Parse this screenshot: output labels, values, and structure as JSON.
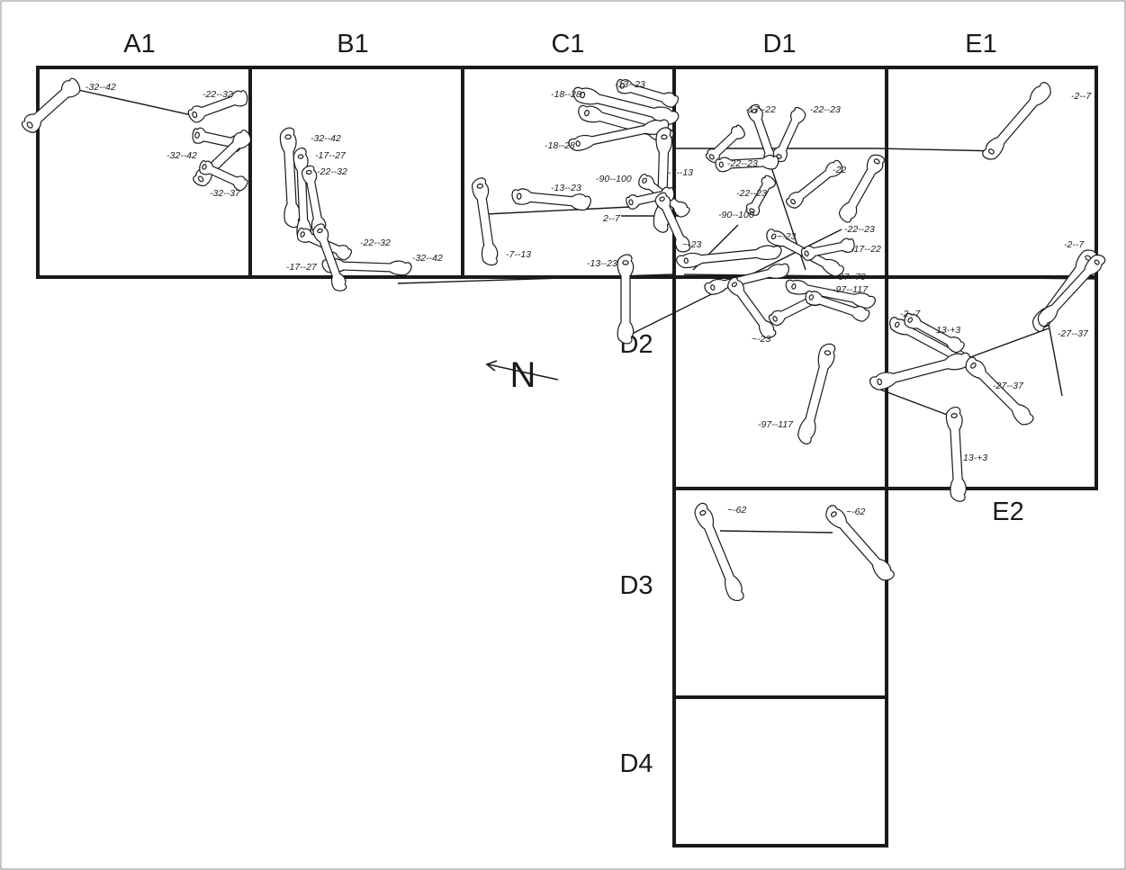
{
  "squares": [
    "A1",
    "B1",
    "C1",
    "D1",
    "E1",
    "D2",
    "E2",
    "D3",
    "D4"
  ],
  "north_label": "N",
  "depths": [
    "-32--42",
    "-22--32",
    "-32--42",
    "-32--37",
    "-32--42",
    "-17--27",
    "-22--32",
    "-22--32",
    "-17--27",
    "-32--42",
    "-18--28",
    "-13--23",
    "-18--28",
    "-13--23",
    "-90--100",
    "-7--13",
    "2--7",
    "-90--100",
    "-7--13",
    "-13--23",
    "-17--22",
    "-22--23",
    "-22--23",
    "-22--23",
    "-22",
    "-22--23",
    "~-23",
    "-17--22",
    "~-23",
    "-97--70",
    "-97--117",
    "~-23",
    "-97--117",
    "-2--7",
    "-2--7",
    "-2--7",
    "13-+3",
    "-27--37",
    "-27--37",
    "13-+3",
    "~-62",
    "~-62"
  ]
}
